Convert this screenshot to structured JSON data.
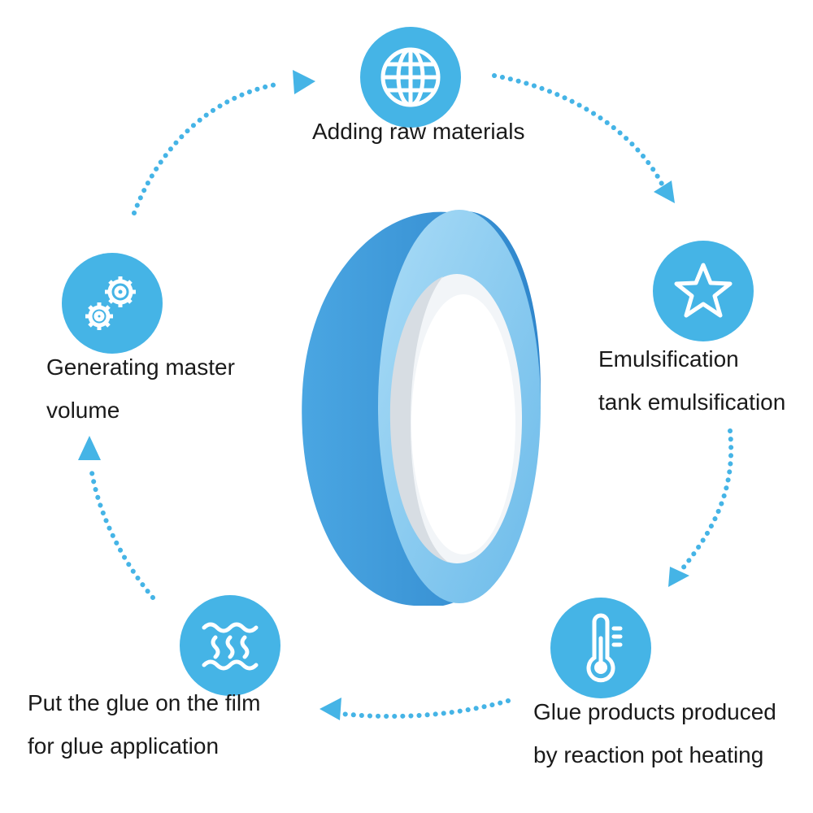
{
  "colors": {
    "accent": "#45b4e6",
    "tape_face": "#3c95d6",
    "tape_edge": "#8ccbef",
    "text": "#1a1a1a"
  },
  "steps": [
    {
      "icon": "globe-icon",
      "lines": [
        "Adding raw materials"
      ]
    },
    {
      "icon": "star-icon",
      "lines": [
        "Emulsification",
        "tank emulsification"
      ]
    },
    {
      "icon": "thermometer-icon",
      "lines": [
        "Glue products produced",
        "by reaction pot heating"
      ]
    },
    {
      "icon": "heat-waves-icon",
      "lines": [
        "Put the glue on the film",
        "for glue application"
      ]
    },
    {
      "icon": "gears-icon",
      "lines": [
        "Generating master",
        "volume"
      ]
    }
  ]
}
